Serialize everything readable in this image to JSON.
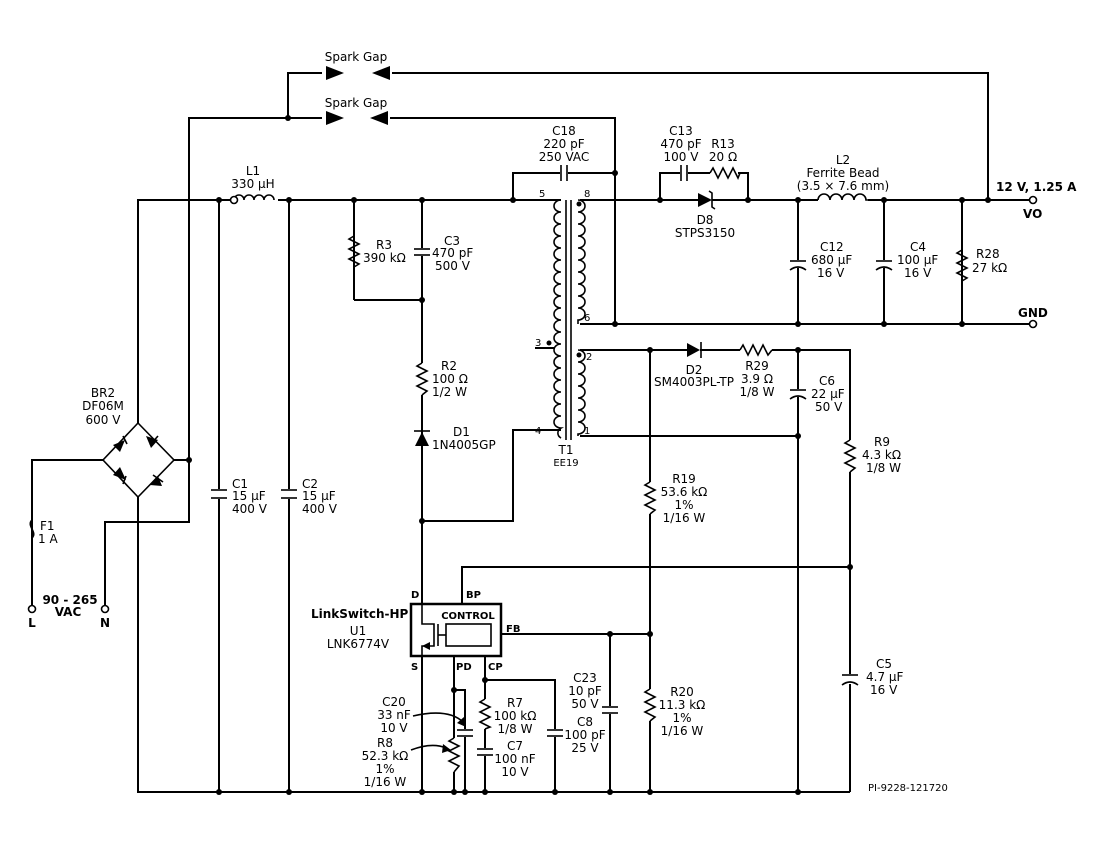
{
  "input": {
    "voltage": "90 - 265",
    "unit": "VAC",
    "line": "L",
    "neutral": "N"
  },
  "spark_gap": "Spark Gap",
  "F1": {
    "ref": "F1",
    "value": "1 A"
  },
  "BR2": {
    "ref": "BR2",
    "part": "DF06M",
    "rating": "600 V"
  },
  "L1": {
    "ref": "L1",
    "value": "330 µH"
  },
  "C1": {
    "ref": "C1",
    "value": "15 µF",
    "rating": "400 V"
  },
  "C2": {
    "ref": "C2",
    "value": "15 µF",
    "rating": "400 V"
  },
  "R3": {
    "ref": "R3",
    "value": "390 kΩ"
  },
  "C3": {
    "ref": "C3",
    "value": "470 pF",
    "rating": "500 V"
  },
  "R2": {
    "ref": "R2",
    "value": "100 Ω",
    "rating": "1/2 W"
  },
  "D1": {
    "ref": "D1",
    "part": "1N4005GP"
  },
  "C18": {
    "ref": "C18",
    "value": "220 pF",
    "rating": "250 VAC"
  },
  "T1": {
    "ref": "T1",
    "core": "EE19",
    "pins": [
      "5",
      "8",
      "3",
      "2",
      "4",
      "1",
      "6"
    ]
  },
  "C13": {
    "ref": "C13",
    "value": "470 pF",
    "rating": "100 V"
  },
  "R13": {
    "ref": "R13",
    "value": "20 Ω"
  },
  "D8": {
    "ref": "D8",
    "part": "STPS3150"
  },
  "L2": {
    "ref": "L2",
    "desc": "Ferrite Bead",
    "size": "(3.5 × 7.6 mm)"
  },
  "C12": {
    "ref": "C12",
    "value": "680 µF",
    "rating": "16 V"
  },
  "C4": {
    "ref": "C4",
    "value": "100 µF",
    "rating": "16 V"
  },
  "R28": {
    "ref": "R28",
    "value": "27 kΩ"
  },
  "output": {
    "rating": "12 V, 1.25 A",
    "vo": "VO",
    "gnd": "GND"
  },
  "D2": {
    "ref": "D2",
    "part": "SM4003PL-TP"
  },
  "R29": {
    "ref": "R29",
    "value": "3.9 Ω",
    "rating": "1/8 W"
  },
  "C6": {
    "ref": "C6",
    "value": "22 µF",
    "rating": "50 V"
  },
  "R9": {
    "ref": "R9",
    "value": "4.3 kΩ",
    "rating": "1/8 W"
  },
  "R19": {
    "ref": "R19",
    "value": "53.6 kΩ",
    "tol": "1%",
    "rating": "1/16 W"
  },
  "U1": {
    "family": "LinkSwitch-HP",
    "ref": "U1",
    "part": "LNK6774V",
    "control": "CONTROL",
    "pins": {
      "D": "D",
      "S": "S",
      "BP": "BP",
      "FB": "FB",
      "PD": "PD",
      "CP": "CP"
    }
  },
  "C20": {
    "ref": "C20",
    "value": "33 nF",
    "rating": "10 V"
  },
  "R8": {
    "ref": "R8",
    "value": "52.3 kΩ",
    "tol": "1%",
    "rating": "1/16 W"
  },
  "R7": {
    "ref": "R7",
    "value": "100 kΩ",
    "rating": "1/8 W"
  },
  "C7": {
    "ref": "C7",
    "value": "100 nF",
    "rating": "10 V"
  },
  "C23": {
    "ref": "C23",
    "value": "10 pF",
    "rating": "50 V"
  },
  "C8": {
    "ref": "C8",
    "value": "100 pF",
    "rating": "25 V"
  },
  "R20": {
    "ref": "R20",
    "value": "11.3 kΩ",
    "tol": "1%",
    "rating": "1/16 W"
  },
  "C5": {
    "ref": "C5",
    "value": "4.7 µF",
    "rating": "16 V"
  },
  "doc_id": "PI-9228-121720"
}
